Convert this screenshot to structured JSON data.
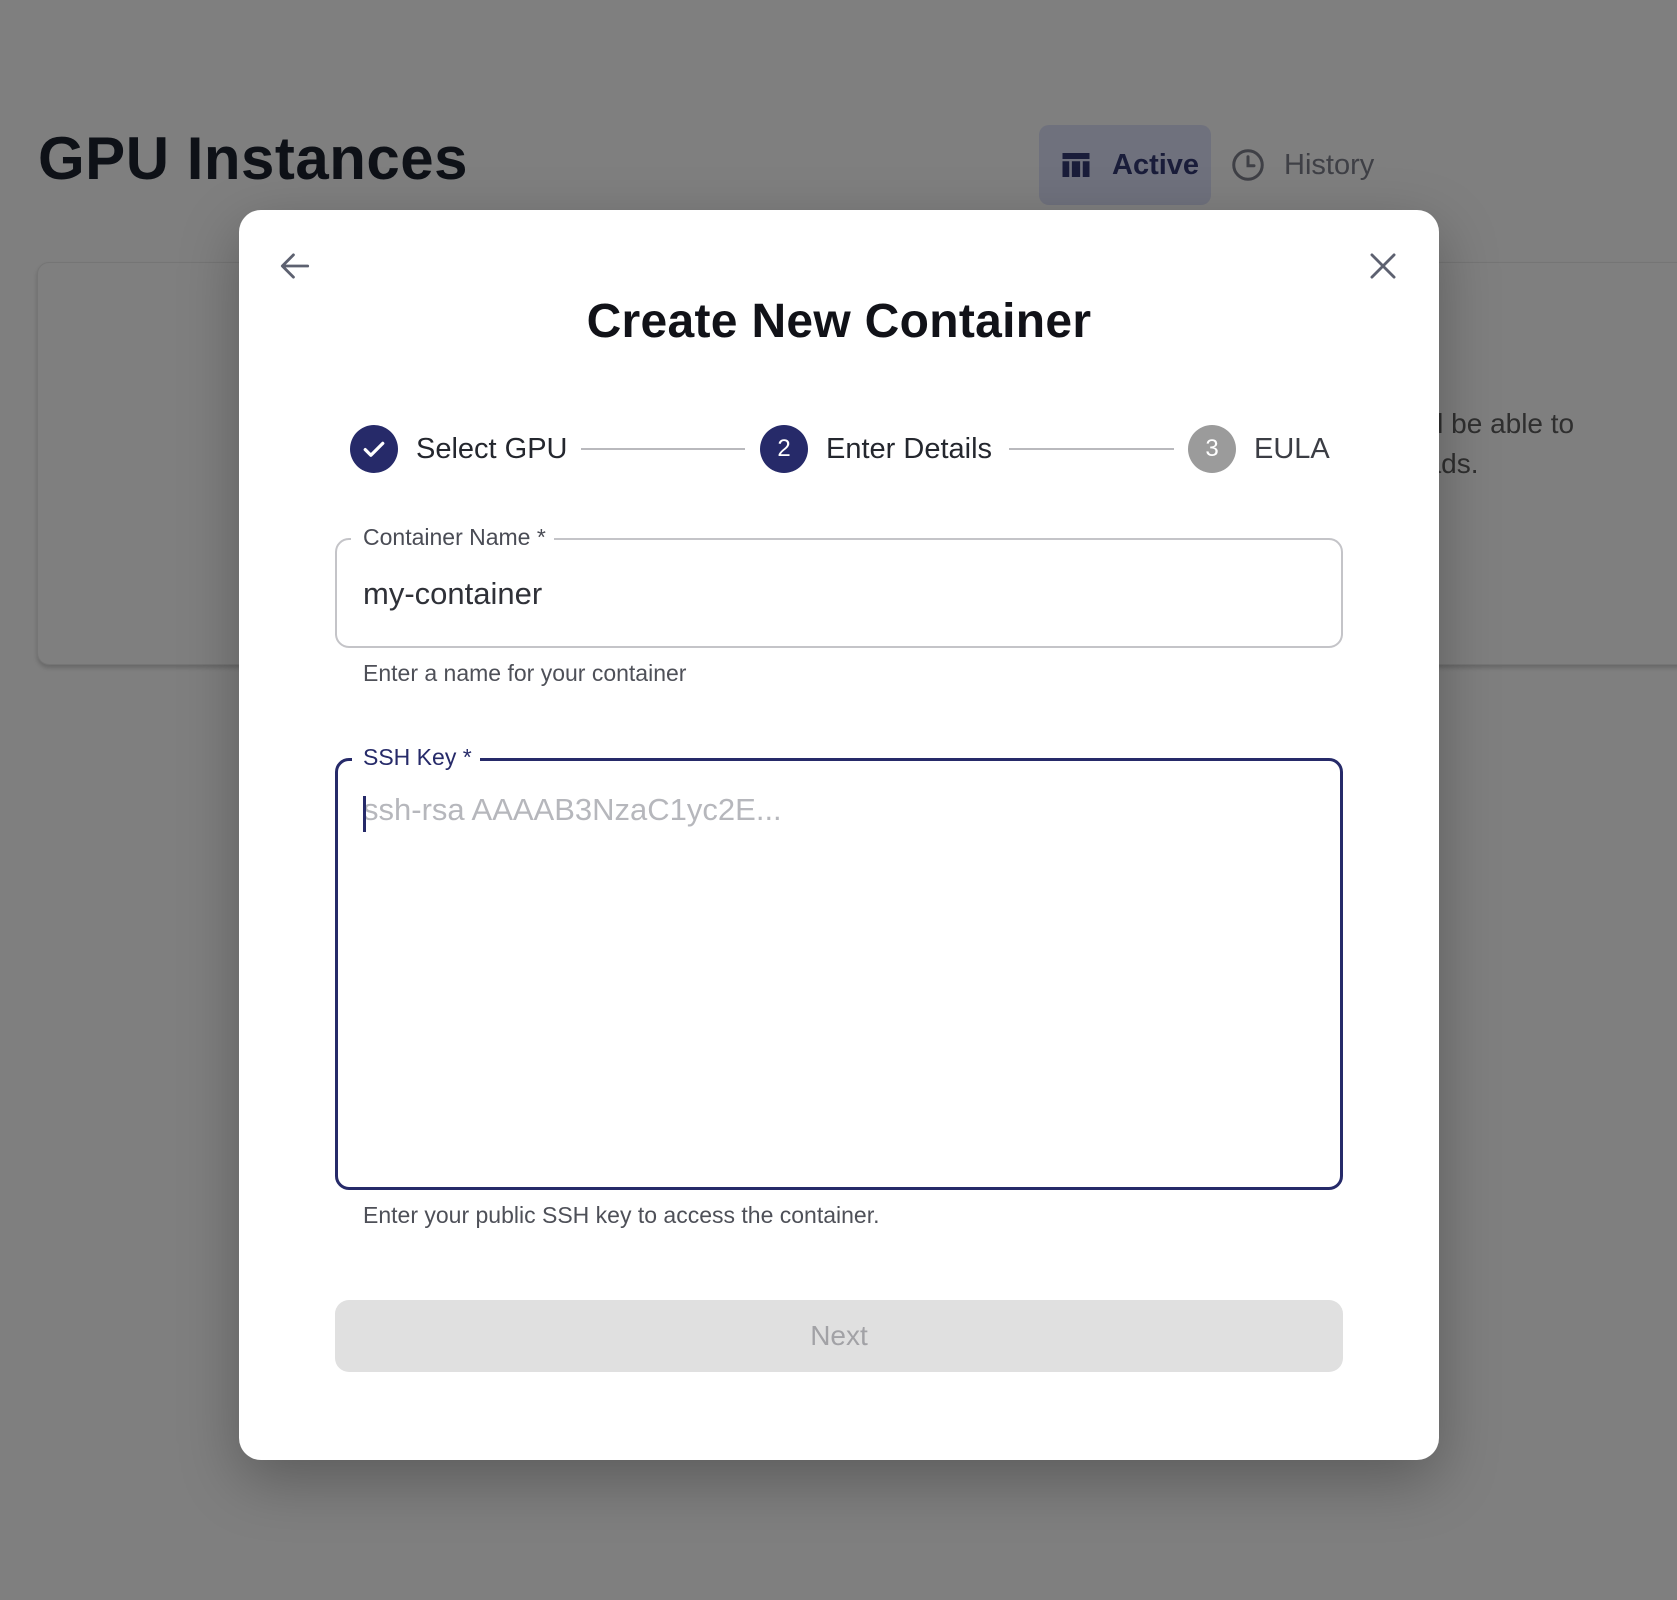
{
  "page": {
    "title": "GPU Instances",
    "tabs": [
      {
        "label": "Active",
        "icon": "table-icon",
        "active": true
      },
      {
        "label": "History",
        "icon": "clock-icon",
        "active": false
      }
    ],
    "card_text_partial": [
      "u'll be able to",
      "oads."
    ]
  },
  "modal": {
    "title": "Create New Container",
    "back_icon": "arrow-left-icon",
    "close_icon": "close-icon",
    "stepper": [
      {
        "label": "Select GPU",
        "state": "completed",
        "badge": ""
      },
      {
        "label": "Enter Details",
        "state": "current",
        "badge": "2"
      },
      {
        "label": "EULA",
        "state": "pending",
        "badge": "3"
      }
    ],
    "fields": {
      "container_name": {
        "label": "Container Name *",
        "value": "my-container",
        "helper": "Enter a name for your container"
      },
      "ssh_key": {
        "label": "SSH Key *",
        "value": "",
        "placeholder": "ssh-rsa AAAAB3NzaC1yc2E...",
        "helper": "Enter your public SSH key to access the container."
      }
    },
    "next_label": "Next"
  },
  "colors": {
    "overlay": "#7f7f7f",
    "primary": "#262a69",
    "step_pending": "#9b9b9b",
    "button_disabled_bg": "#e0e0e0",
    "button_disabled_text": "#a2a2a6"
  }
}
